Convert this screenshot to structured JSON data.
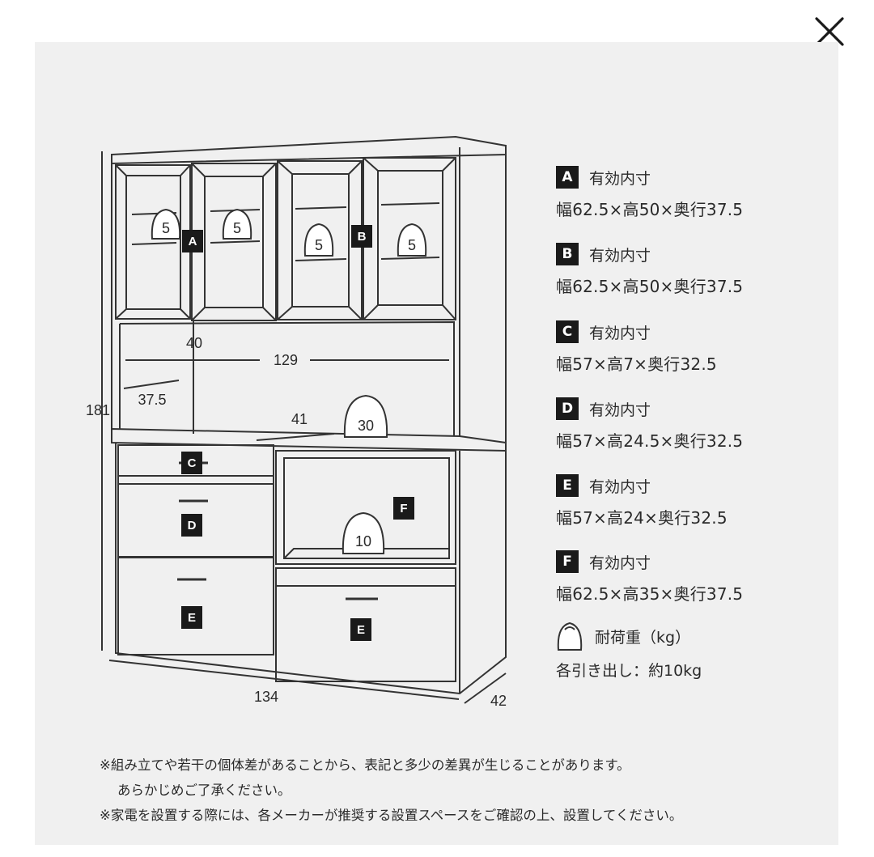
{
  "close_label": "×",
  "diagram": {
    "labels": {
      "compartment_a": "A",
      "compartment_b": "B",
      "compartment_c": "C",
      "compartment_d": "D",
      "compartment_e_left": "E",
      "compartment_e_right": "E",
      "compartment_f": "F"
    },
    "dimensions": {
      "height": "181",
      "width": "134",
      "depth": "42",
      "inner_width": "129",
      "counter_depth": "37.5",
      "counter_height": "40",
      "counter_gap": "41"
    },
    "weights": {
      "shelf_1": "5",
      "shelf_2": "5",
      "shelf_3": "5",
      "shelf_4": "5",
      "counter": "30",
      "open_space": "10"
    }
  },
  "specs": [
    {
      "letter": "A",
      "title": "有効内寸",
      "dims": "幅62.5×高50×奥行37.5"
    },
    {
      "letter": "B",
      "title": "有効内寸",
      "dims": "幅62.5×高50×奥行37.5"
    },
    {
      "letter": "C",
      "title": "有効内寸",
      "dims": "幅57×高7×奥行32.5"
    },
    {
      "letter": "D",
      "title": "有効内寸",
      "dims": "幅57×高24.5×奥行32.5"
    },
    {
      "letter": "E",
      "title": "有効内寸",
      "dims": "幅57×高24×奥行32.5"
    },
    {
      "letter": "F",
      "title": "有効内寸",
      "dims": "幅62.5×高35×奥行37.5"
    }
  ],
  "legend": {
    "label": "耐荷重（kg）",
    "note": "各引き出し：約10kg"
  },
  "notes": [
    "※組み立てや若干の個体差があることから、表記と多少の差異が生じることがあります。",
    "あらかじめご了承ください。",
    "※家電を設置する際には、各メーカーが推奨する設置スペースをご確認の上、設置してください。"
  ]
}
